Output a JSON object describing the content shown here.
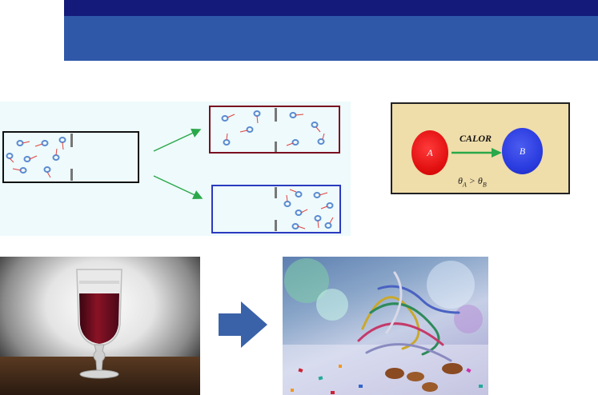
{
  "heat_diagram": {
    "ball_a_label": "A",
    "ball_b_label": "B",
    "heat_label": "CALOR",
    "theta_symbol": "θ",
    "theta_a_subscript": "A",
    "theta_b_subscript": "B",
    "comparison": ">"
  },
  "colors": {
    "banner_dark": "#131a7a",
    "banner_main": "#2f58a9",
    "heat_box_background": "#efddaa",
    "hot_ball": "#e31212",
    "cold_ball": "#2b3ce0",
    "transfer_arrow": "#2aa84a",
    "container_initial": "#111111",
    "container_upper": "#7a1020",
    "container_lower": "#2a3bc0",
    "process_arrow": "#3a62a8"
  },
  "images": {
    "wine_glass": "wine-glass-photo",
    "party_debris": "party-streamers-photo"
  }
}
